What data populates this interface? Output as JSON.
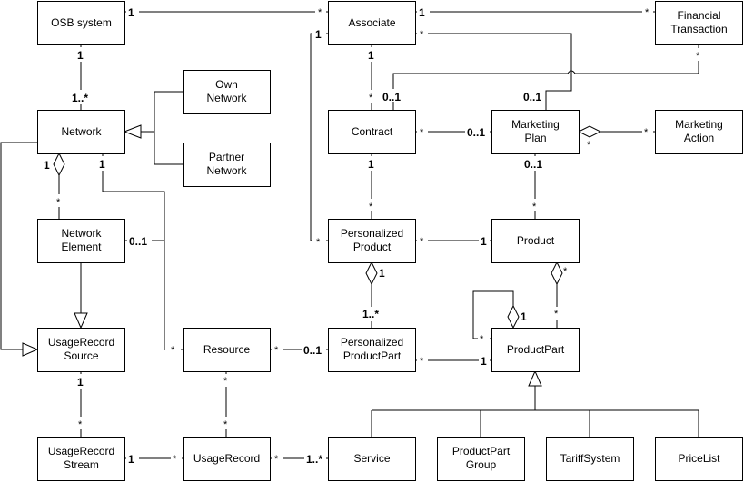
{
  "diagram": {
    "type": "UML class diagram",
    "classes": {
      "osb_system": [
        "OSB system"
      ],
      "associate": [
        "Associate"
      ],
      "financial_transaction": [
        "Financial",
        "Transaction"
      ],
      "own_network": [
        "Own",
        "Network"
      ],
      "network": [
        "Network"
      ],
      "partner_network": [
        "Partner",
        "Network"
      ],
      "contract": [
        "Contract"
      ],
      "marketing_plan": [
        "Marketing",
        "Plan"
      ],
      "marketing_action": [
        "Marketing",
        "Action"
      ],
      "network_element": [
        "Network",
        "Element"
      ],
      "personalized_product": [
        "Personalized",
        "Product"
      ],
      "product": [
        "Product"
      ],
      "usage_record_source": [
        "UsageRecord",
        "Source"
      ],
      "resource": [
        "Resource"
      ],
      "personalized_product_part": [
        "Personalized",
        "ProductPart"
      ],
      "product_part": [
        "ProductPart"
      ],
      "usage_record_stream": [
        "UsageRecord",
        "Stream"
      ],
      "usage_record": [
        "UsageRecord"
      ],
      "service": [
        "Service"
      ],
      "product_part_group": [
        "ProductPart",
        "Group"
      ],
      "tariff_system": [
        "TariffSystem"
      ],
      "price_list": [
        "PriceList"
      ]
    },
    "multiplicities": {
      "osb_associate_a": "1",
      "osb_associate_b": "*",
      "associate_ft_a": "1",
      "associate_ft_b": "*",
      "associate_pp_a": "1",
      "associate_pp_b": "*",
      "associate_mp_a": "*",
      "associate_mp_b": "0..1",
      "associate_contract_a": "1",
      "associate_contract_b": "*",
      "ft_contract_a": "*",
      "ft_contract_b": "0..1",
      "osb_network_a": "1",
      "osb_network_b": "1..*",
      "contract_mp_a": "*",
      "contract_mp_b": "0..1",
      "mp_ma_a": "*",
      "mp_ma_b": "*",
      "contract_pprod_a": "1",
      "contract_pprod_b": "*",
      "mp_product_a": "0..1",
      "mp_product_b": "*",
      "network_ne_a": "1",
      "network_ne_b": "*",
      "network_resource_a": "1",
      "network_resource_b": "*",
      "ne_resource": "0..1",
      "pprod_product_a": "*",
      "pprod_product_b": "1",
      "pprod_ppp_a": "1",
      "pprod_ppp_b": "1..*",
      "product_pp_a": "*",
      "product_pp_b": "*",
      "pp_self_a": "1",
      "pp_self_b": "*",
      "resource_ppp_a": "*",
      "resource_ppp_b": "0..1",
      "ppp_pp_a": "*",
      "ppp_pp_b": "1",
      "urs_stream_a": "1",
      "urs_stream_b": "*",
      "resource_ur_a": "*",
      "resource_ur_b": "*",
      "stream_ur_a": "1",
      "stream_ur_b": "*",
      "ur_service_a": "*",
      "ur_service_b": "1..*"
    }
  }
}
